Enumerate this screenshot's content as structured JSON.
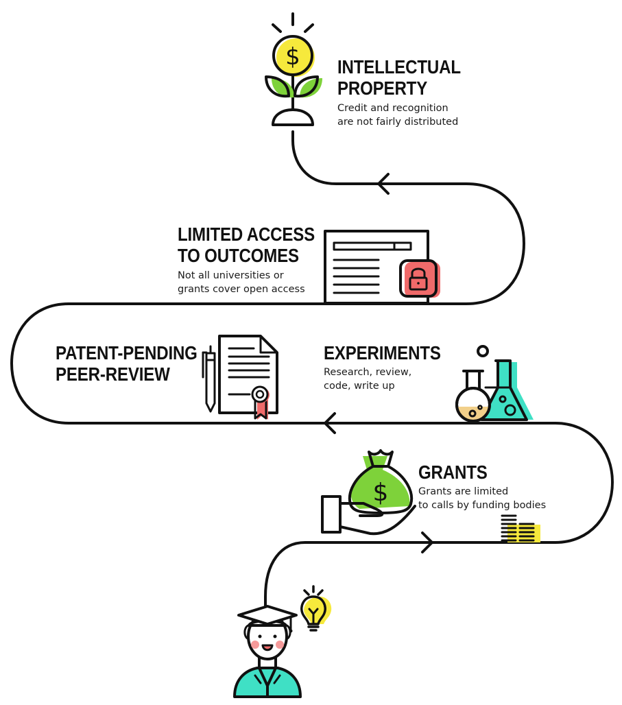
{
  "stages": {
    "intellectual_property": {
      "title": [
        "INTELLECTUAL",
        "PROPERTY"
      ],
      "description": [
        "Credit and recognition",
        "are not fairly distributed"
      ]
    },
    "limited_access": {
      "title": [
        "LIMITED ACCESS",
        "TO OUTCOMES"
      ],
      "description": [
        "Not all universities or",
        "grants cover open access"
      ]
    },
    "peer_review": {
      "title": [
        "PATENT-PENDING",
        "PEER-REVIEW"
      ]
    },
    "experiments": {
      "title": [
        "EXPERIMENTS"
      ],
      "description": [
        "Research, review,",
        "code, write up"
      ]
    },
    "grants": {
      "title": [
        "GRANTS"
      ],
      "description": [
        "Grants are limited",
        "to calls by funding bodies"
      ]
    }
  },
  "colors": {
    "stroke": "#111111",
    "yellow": "#f6e93c",
    "green": "#7ed23a",
    "red": "#f06a6a",
    "teal": "#3fe0c5",
    "peach": "#f2d08a",
    "blush": "#f59a9a"
  },
  "icons": [
    "money-plant-icon",
    "locked-document-icon",
    "certificate-pen-icon",
    "lab-flasks-icon",
    "money-bag-hand-icon",
    "coin-stack-icon",
    "graduate-student-icon",
    "lightbulb-icon"
  ]
}
